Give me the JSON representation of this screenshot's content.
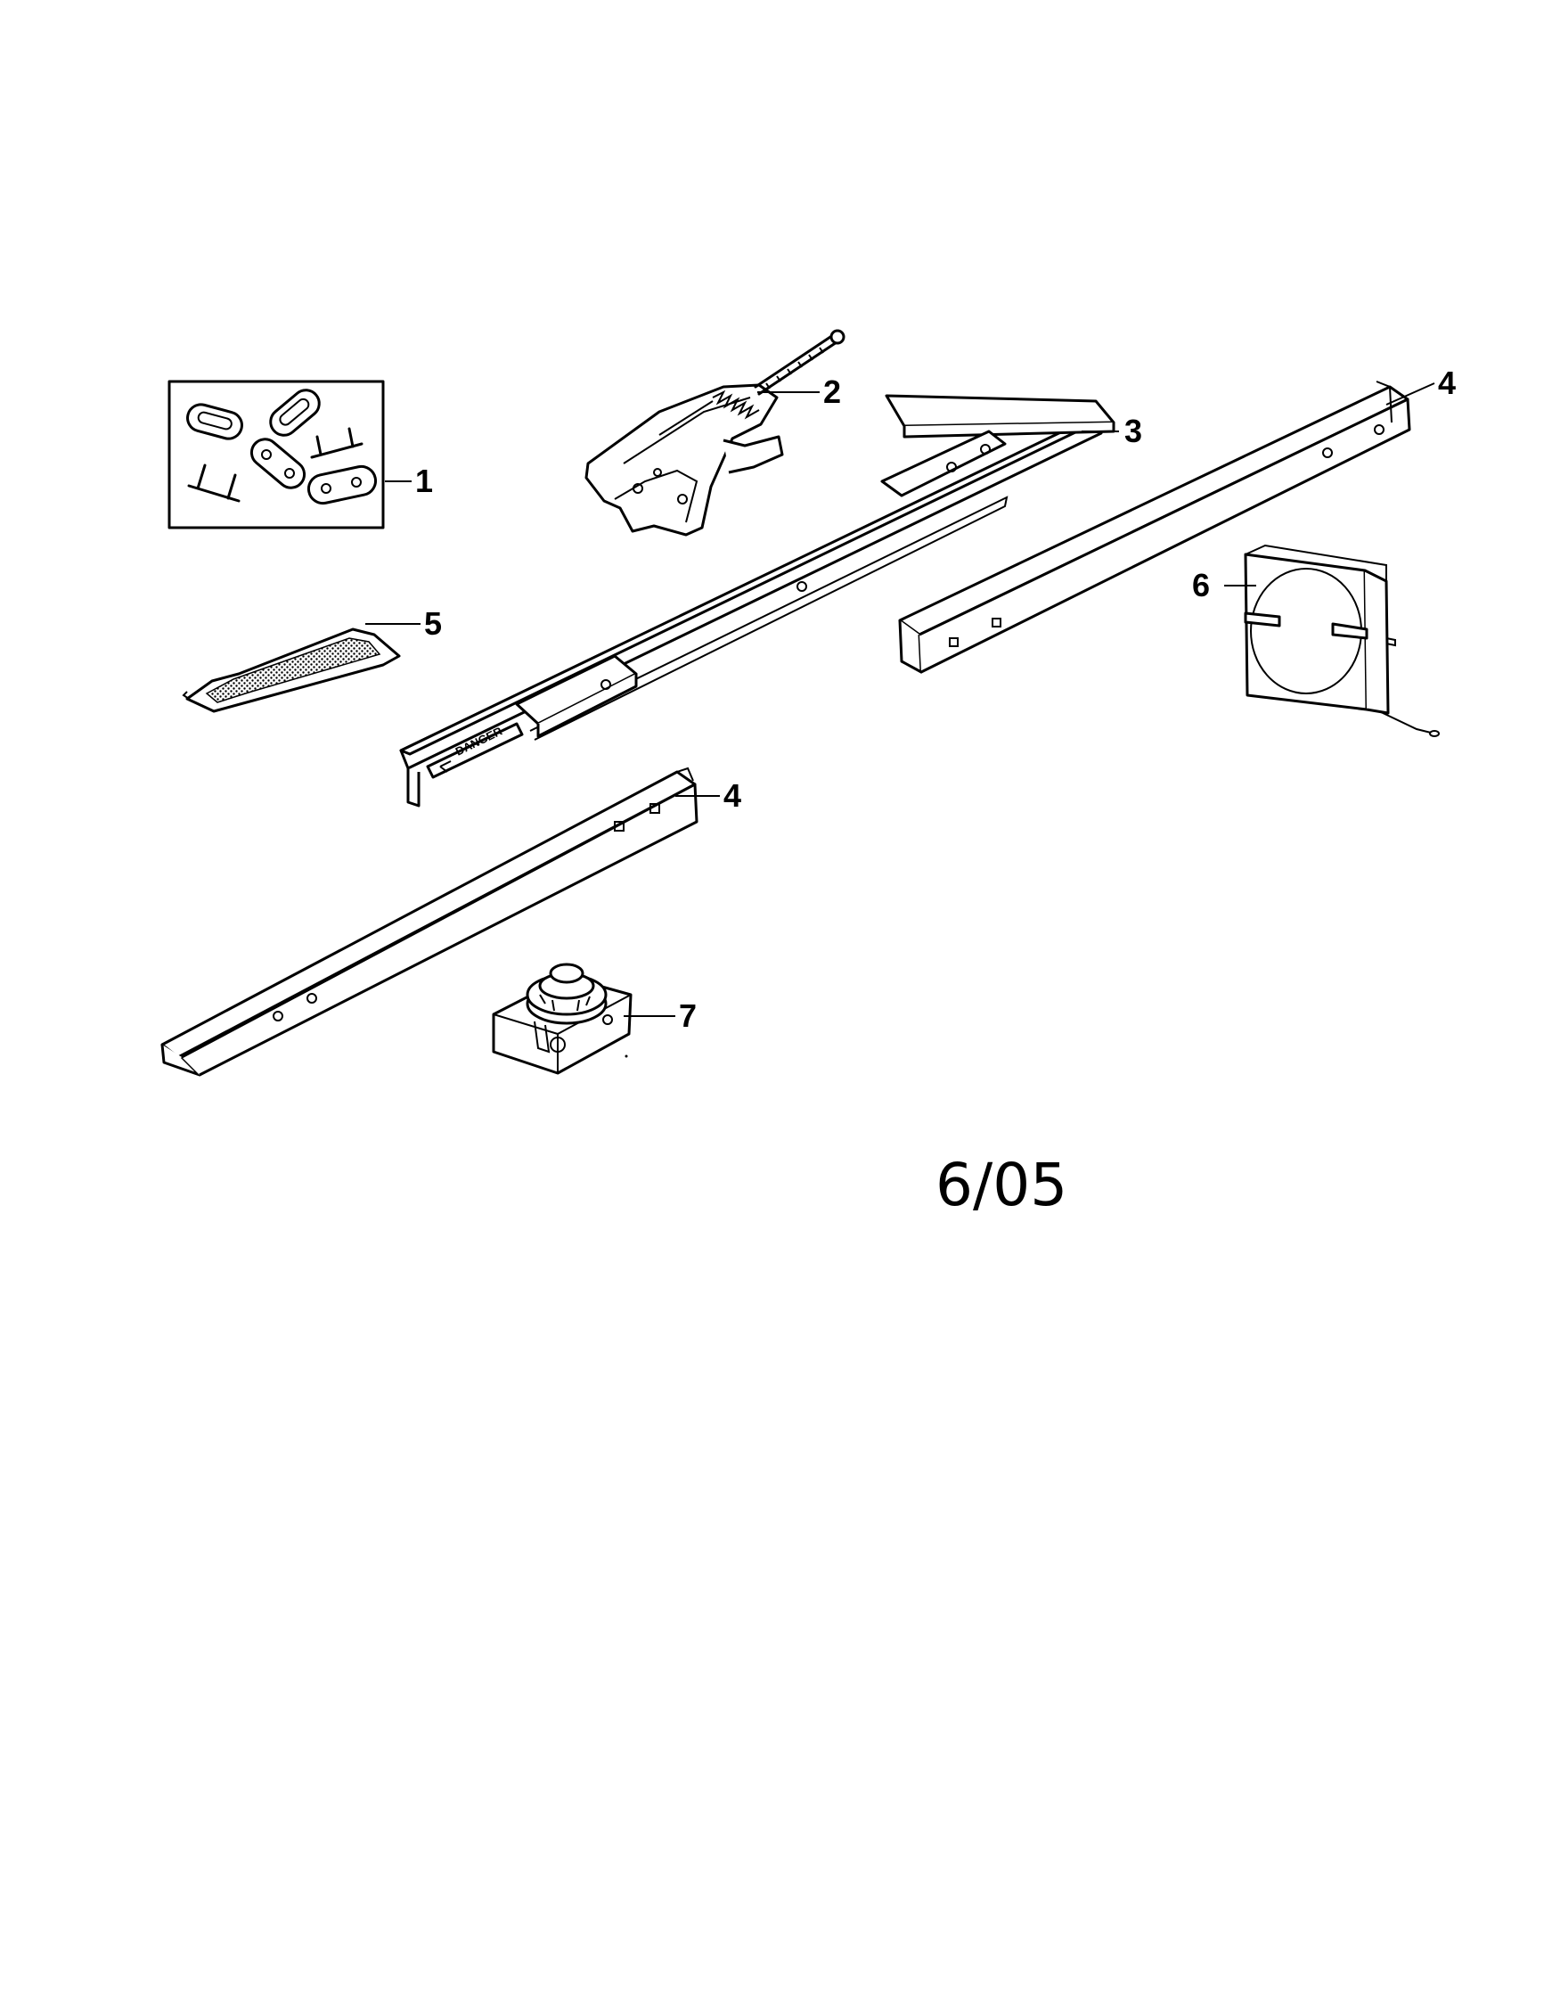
{
  "callouts": [
    {
      "id": "1",
      "label": "1"
    },
    {
      "id": "2",
      "label": "2"
    },
    {
      "id": "3",
      "label": "3"
    },
    {
      "id": "4a",
      "label": "4"
    },
    {
      "id": "4b",
      "label": "4"
    },
    {
      "id": "5",
      "label": "5"
    },
    {
      "id": "6",
      "label": "6"
    },
    {
      "id": "7",
      "label": "7"
    }
  ],
  "rail_warning_label": "DANGER",
  "date_code": "6/05"
}
